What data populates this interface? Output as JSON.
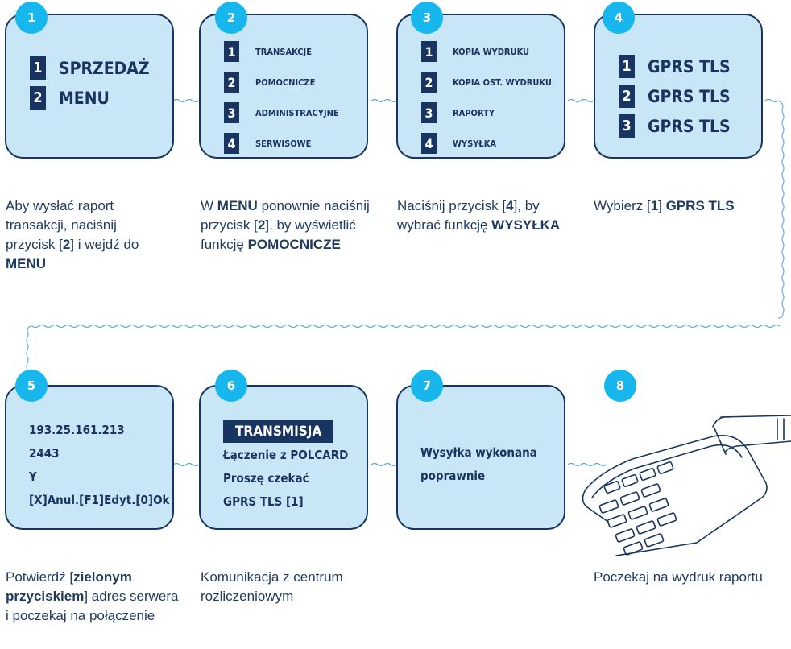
{
  "colors": {
    "accent": "#17b6ec",
    "navy": "#173560",
    "card": "#c8e6f5"
  },
  "steps": [
    {
      "badge": "1",
      "menu": [
        {
          "n": "1",
          "label": "SPRZEDAŻ"
        },
        {
          "n": "2",
          "label": "MENU"
        }
      ],
      "caption": [
        {
          "t": "Aby wysłać raport transakcji, naciśnij przycisk [",
          "b": false
        },
        {
          "t": "2",
          "b": true
        },
        {
          "t": "] i wejdź do ",
          "b": false
        },
        {
          "t": "MENU",
          "b": true
        }
      ]
    },
    {
      "badge": "2",
      "menu": [
        {
          "n": "1",
          "label": "TRANSAKCJE"
        },
        {
          "n": "2",
          "label": "POMOCNICZE"
        },
        {
          "n": "3",
          "label": "ADMINISTRACYJNE"
        },
        {
          "n": "4",
          "label": "SERWISOWE"
        }
      ],
      "caption": [
        {
          "t": "W ",
          "b": false
        },
        {
          "t": "MENU",
          "b": true
        },
        {
          "t": " ponownie naciśnij przycisk [",
          "b": false
        },
        {
          "t": "2",
          "b": true
        },
        {
          "t": "], by wyświetlić funkcję ",
          "b": false
        },
        {
          "t": "POMOCNICZE",
          "b": true
        }
      ]
    },
    {
      "badge": "3",
      "menu": [
        {
          "n": "1",
          "label": "KOPIA WYDRUKU"
        },
        {
          "n": "2",
          "label": "KOPIA OST. WYDRUKU"
        },
        {
          "n": "3",
          "label": "RAPORTY"
        },
        {
          "n": "4",
          "label": "WYSYŁKA"
        }
      ],
      "caption": [
        {
          "t": "Naciśnij przycisk [",
          "b": false
        },
        {
          "t": "4",
          "b": true
        },
        {
          "t": "], by wybrać funkcję ",
          "b": false
        },
        {
          "t": "WYSYŁKA",
          "b": true
        }
      ]
    },
    {
      "badge": "4",
      "menu": [
        {
          "n": "1",
          "label": "GPRS TLS"
        },
        {
          "n": "2",
          "label": "GPRS TLS"
        },
        {
          "n": "3",
          "label": "GPRS TLS"
        }
      ],
      "caption": [
        {
          "t": "Wybierz [",
          "b": false
        },
        {
          "t": "1",
          "b": true
        },
        {
          "t": "] ",
          "b": false
        },
        {
          "t": "GPRS TLS",
          "b": true
        }
      ]
    },
    {
      "badge": "5",
      "lines": [
        "193.25.161.213",
        "2443",
        "Y",
        "[X]Anul.[F1]Edyt.[0]Ok"
      ],
      "caption": [
        {
          "t": "Potwierdź [",
          "b": false
        },
        {
          "t": "zielonym przyciskiem",
          "b": true
        },
        {
          "t": "] adres serwera i poczekaj na połączenie",
          "b": false
        }
      ]
    },
    {
      "badge": "6",
      "highlight": "TRANSMISJA",
      "lines": [
        "Łączenie z POLCARD",
        "Proszę czekać",
        "GPRS TLS [1]"
      ],
      "caption": [
        {
          "t": "Komunikacja z centrum rozliczeniowym",
          "b": false
        }
      ]
    },
    {
      "badge": "7",
      "lines": [
        "Wysyłka wykonana",
        "poprawnie"
      ],
      "caption": []
    },
    {
      "badge": "8",
      "caption": [
        {
          "t": "Poczekaj na wydruk raportu",
          "b": false
        }
      ]
    }
  ]
}
